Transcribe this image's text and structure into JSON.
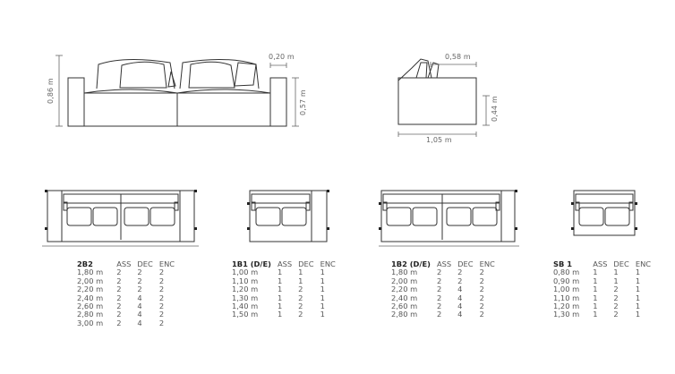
{
  "dimensions": {
    "height_total": "0,86 m",
    "arm_width": "0,20 m",
    "arm_height": "0,57 m",
    "seat_depth": "0,58 m",
    "seat_height": "0,44 m",
    "total_depth": "1,05 m"
  },
  "columns": [
    "ASS",
    "DEC",
    "ENC"
  ],
  "modules": [
    {
      "name": "2B2",
      "rows": [
        [
          "1,80 m",
          "2",
          "2",
          "2"
        ],
        [
          "2,00 m",
          "2",
          "2",
          "2"
        ],
        [
          "2,20 m",
          "2",
          "2",
          "2"
        ],
        [
          "2,40 m",
          "2",
          "4",
          "2"
        ],
        [
          "2,60 m",
          "2",
          "4",
          "2"
        ],
        [
          "2,80 m",
          "2",
          "4",
          "2"
        ],
        [
          "3,00 m",
          "2",
          "4",
          "2"
        ]
      ]
    },
    {
      "name": "1B1 (D/E)",
      "rows": [
        [
          "1,00 m",
          "1",
          "1",
          "1"
        ],
        [
          "1,10 m",
          "1",
          "1",
          "1"
        ],
        [
          "1,20 m",
          "1",
          "2",
          "1"
        ],
        [
          "1,30 m",
          "1",
          "2",
          "1"
        ],
        [
          "1,40 m",
          "1",
          "2",
          "1"
        ],
        [
          "1,50 m",
          "1",
          "2",
          "1"
        ]
      ]
    },
    {
      "name": "1B2 (D/E)",
      "rows": [
        [
          "1,80 m",
          "2",
          "2",
          "2"
        ],
        [
          "2,00 m",
          "2",
          "2",
          "2"
        ],
        [
          "2,20 m",
          "2",
          "4",
          "2"
        ],
        [
          "2,40 m",
          "2",
          "4",
          "2"
        ],
        [
          "2,60 m",
          "2",
          "4",
          "2"
        ],
        [
          "2,80 m",
          "2",
          "4",
          "2"
        ]
      ]
    },
    {
      "name": "SB 1",
      "rows": [
        [
          "0,80 m",
          "1",
          "1",
          "1"
        ],
        [
          "0,90 m",
          "1",
          "1",
          "1"
        ],
        [
          "1,00 m",
          "1",
          "2",
          "1"
        ],
        [
          "1,10 m",
          "1",
          "2",
          "1"
        ],
        [
          "1,20 m",
          "1",
          "2",
          "1"
        ],
        [
          "1,30 m",
          "1",
          "2",
          "1"
        ]
      ]
    }
  ]
}
